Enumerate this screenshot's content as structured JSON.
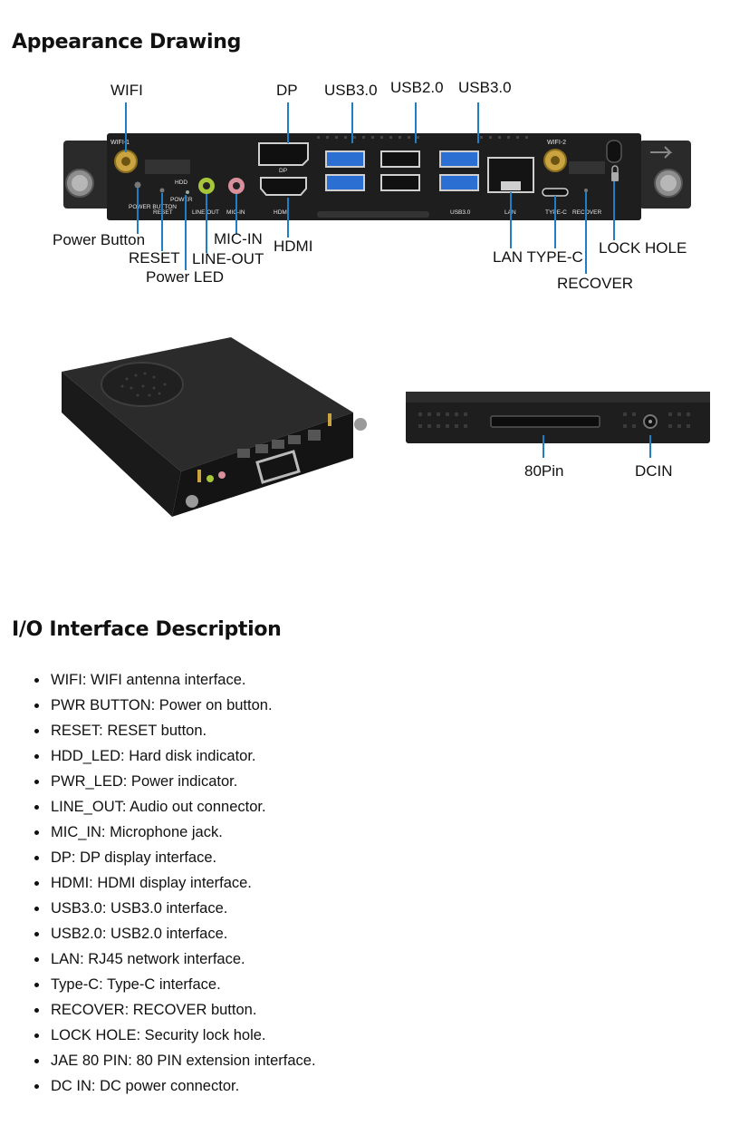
{
  "section_titles": {
    "appearance": "Appearance Drawing",
    "io": "I/O Interface Description"
  },
  "front_panel_labels": {
    "wifi": "WIFI",
    "dp": "DP",
    "usb30_left": "USB3.0",
    "usb20": "USB2.0",
    "usb30_right": "USB3.0",
    "power_button": "Power Button",
    "reset": "RESET",
    "power_led": "Power LED",
    "mic_in": "MIC-IN",
    "line_out": "LINE-OUT",
    "hdmi": "HDMI",
    "lan_typec": "LAN TYPE-C",
    "lock_hole": "LOCK HOLE",
    "recover": "RECOVER"
  },
  "panel_silkscreen": {
    "wifi1": "WIFI-1",
    "wifi2": "WIFI-2",
    "power_button": "POWER BUTTON",
    "reset": "RESET",
    "hdd": "HDD",
    "power": "POWER",
    "line_out": "LINE OUT",
    "mic_in": "MIC-IN",
    "dp": "DP",
    "hdmi": "HDMI",
    "usb30": "USB3.0",
    "lan": "LAN",
    "type_c": "TYPE-C",
    "recover": "RECOVER"
  },
  "rear_labels": {
    "pin80": "80Pin",
    "dcin": "DCIN"
  },
  "io_items": [
    "WIFI: WIFI antenna interface.",
    "PWR BUTTON: Power on button.",
    "RESET: RESET button.",
    "HDD_LED: Hard disk indicator.",
    "PWR_LED: Power indicator.",
    "LINE_OUT: Audio out connector.",
    "MIC_IN: Microphone jack.",
    "DP: DP display interface.",
    "HDMI: HDMI display interface.",
    "USB3.0: USB3.0 interface.",
    "USB2.0: USB2.0 interface.",
    "LAN: RJ45 network interface.",
    "Type-C: Type-C interface.",
    "RECOVER: RECOVER button.",
    "LOCK HOLE: Security lock hole.",
    "JAE 80 PIN: 80 PIN extension interface.",
    "DC IN: DC power connector."
  ],
  "colors": {
    "callout_line": "#1f7fc4",
    "chassis": "#1e1e1e",
    "usb3_blue": "#2a6fd1",
    "line_out_green": "#a8c63a",
    "mic_in_pink": "#d8909c",
    "antenna_gold": "#c9a441"
  }
}
